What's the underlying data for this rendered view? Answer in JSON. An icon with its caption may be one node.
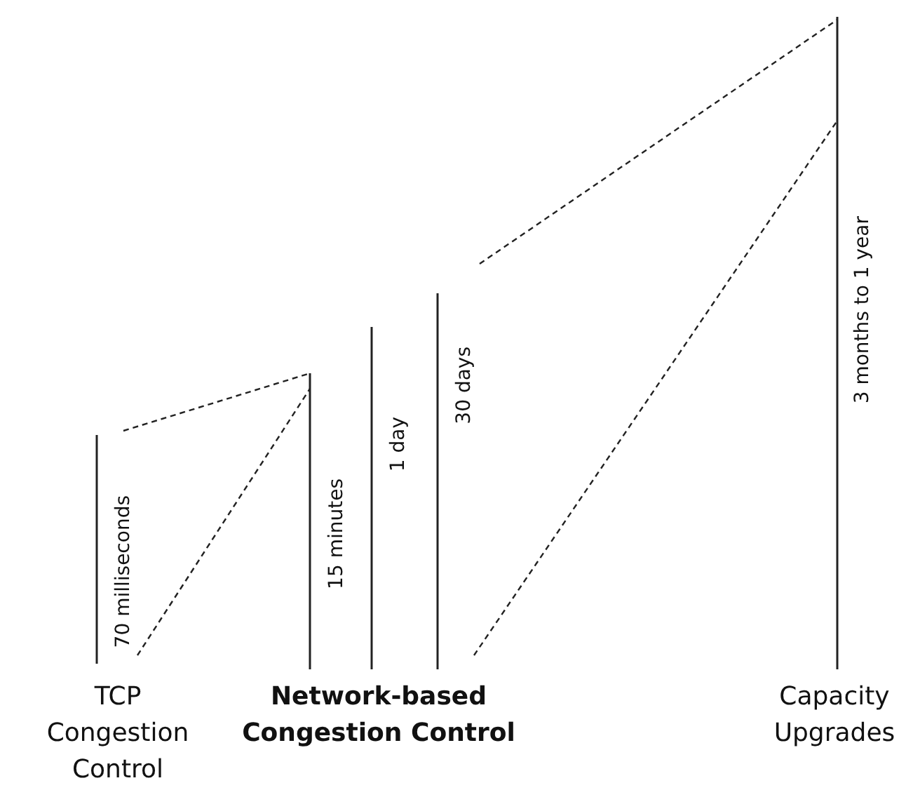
{
  "diagram": {
    "labels": [
      "70 milliseconds",
      "15 minutes",
      "1 day",
      "30 days",
      "3 months to 1 year",
      "TCP Congestion Control",
      "Network-based Congestion Control",
      "Capacity Upgrades"
    ]
  }
}
